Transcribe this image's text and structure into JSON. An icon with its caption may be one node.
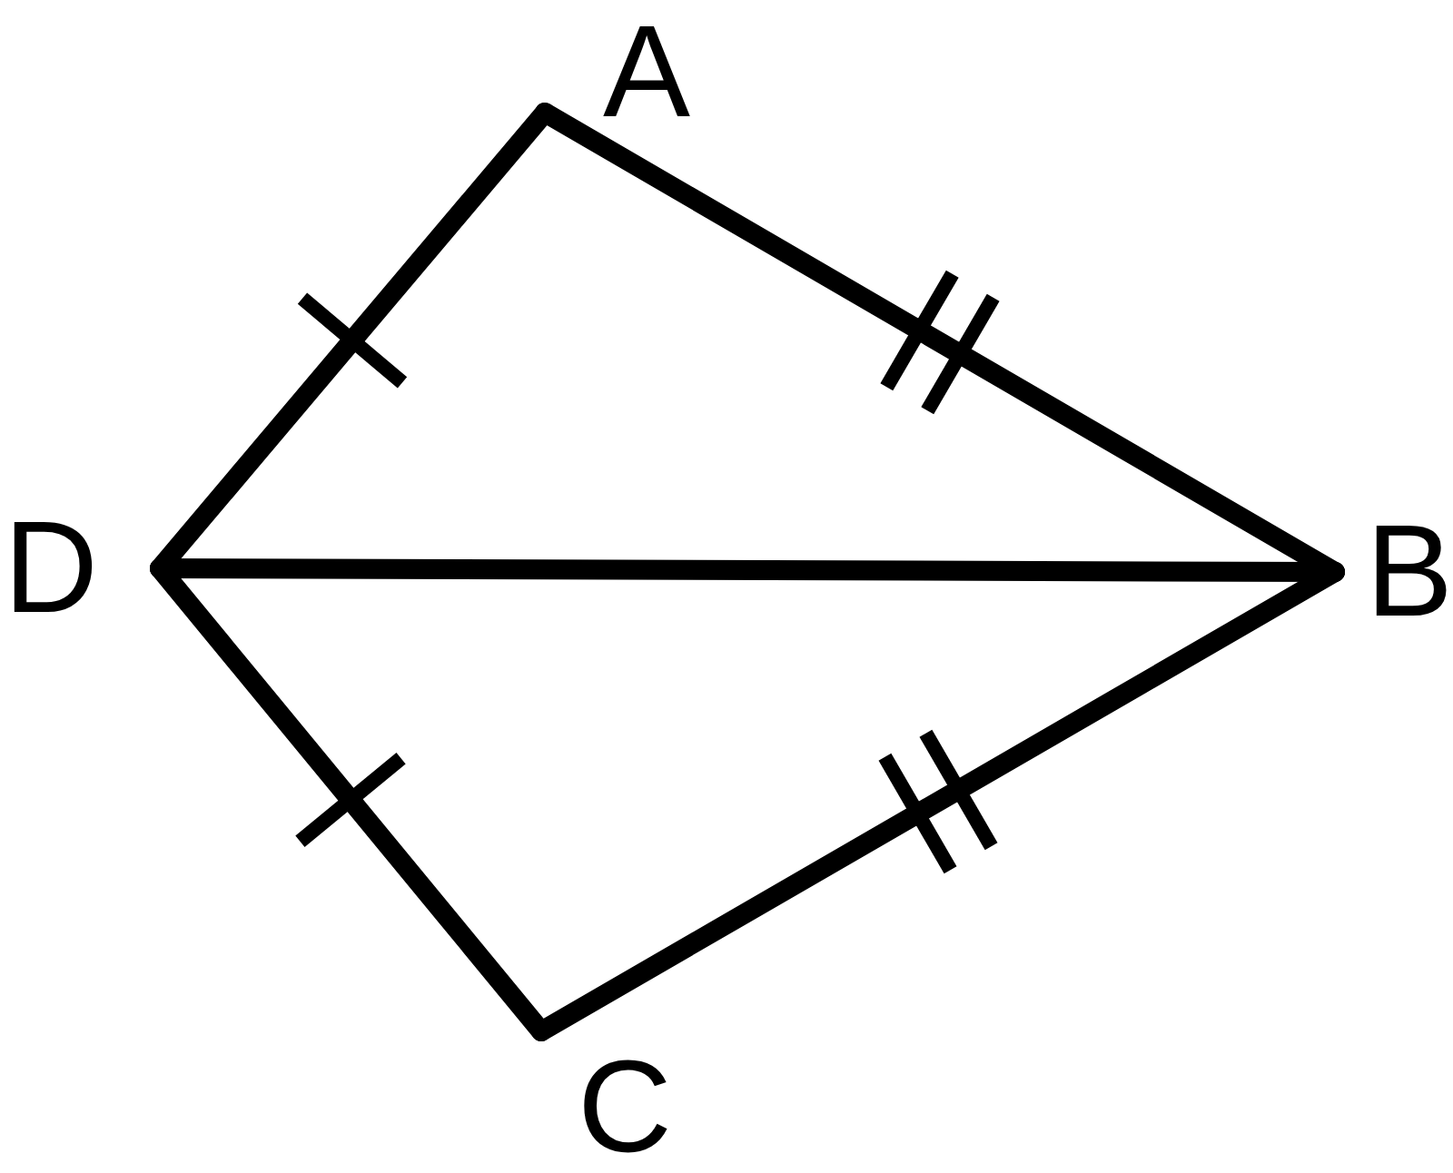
{
  "diagram": {
    "nodes": [
      {
        "text": [
          "A"
        ]
      },
      {
        "text": [
          "D"
        ]
      },
      {
        "text": [
          "B"
        ]
      },
      {
        "text": [
          "C"
        ]
      }
    ],
    "edges": [
      {
        "from": 0,
        "to": 2,
        "arrow": "none"
      },
      {
        "from": 2,
        "to": 3,
        "arrow": "none"
      },
      {
        "from": 3,
        "to": 1,
        "arrow": "none"
      },
      {
        "from": 1,
        "to": 0,
        "arrow": "none"
      },
      {
        "from": 1,
        "to": 2,
        "arrow": "none"
      }
    ]
  }
}
